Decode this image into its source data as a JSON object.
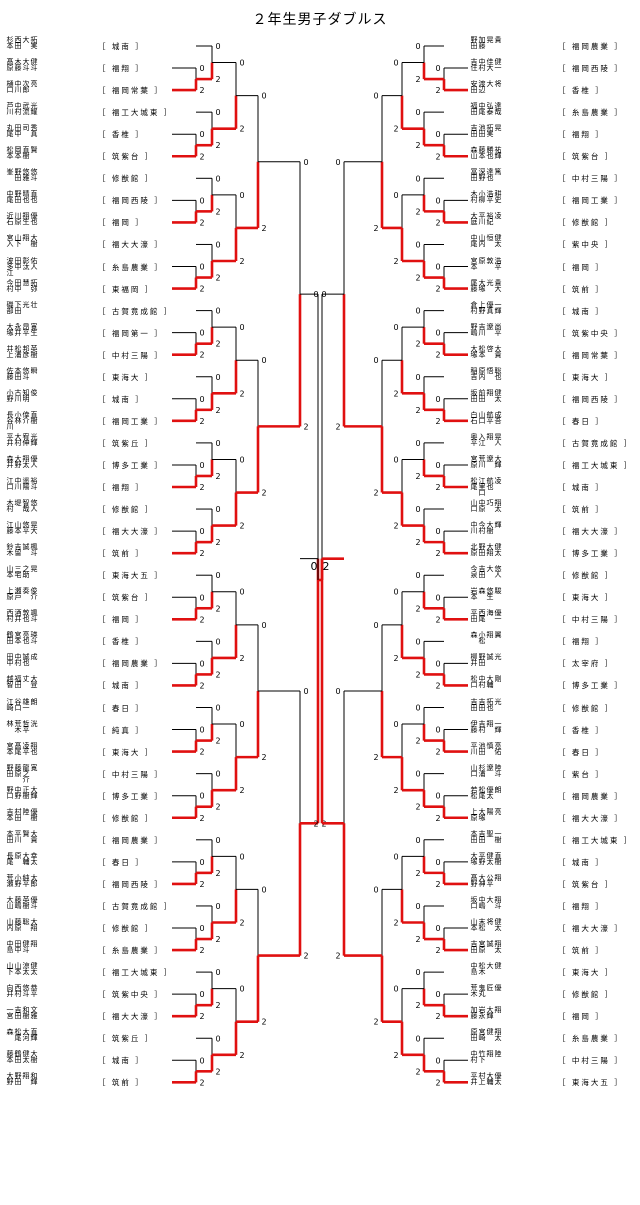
{
  "title": "２年生男子ダブルス",
  "final": {
    "left_score": "0",
    "right_score": "2"
  },
  "left_entries": [
    {
      "p1": "杉本 西田",
      "p2": "大 拓実",
      "school": "城南"
    },
    {
      "p1": "髙原 木藤",
      "p2": "大斗 健斗",
      "school": "福翔"
    },
    {
      "p1": "樋口 中川",
      "p2": "次郎 亮",
      "school": "福岡常葉"
    },
    {
      "p1": "芦川 中村",
      "p2": "武流 光耀",
      "school": "福工大城東"
    },
    {
      "p1": "丸尾 田中",
      "p2": "司 秀真",
      "school": "香椎"
    },
    {
      "p1": "松本 岡本",
      "p2": "直樹 賢",
      "school": "筑紫台"
    },
    {
      "p1": "峯 野田",
      "p2": "悠雅 悠斗",
      "school": "修猷館"
    },
    {
      "p1": "中尾 野田",
      "p2": "晴也 直也",
      "school": "福岡西陵"
    },
    {
      "p1": "近石 川原",
      "p2": "翔生 優也",
      "school": "福岡"
    },
    {
      "p1": "宮入 山下",
      "p2": "翔 大樹",
      "school": "福大大濠"
    },
    {
      "p1": "波多江 田中",
      "p2": "彰汰 佑人",
      "school": "糸島農業"
    },
    {
      "p1": "今村 田中",
      "p2": "慧 拓弥",
      "school": "東福岡"
    },
    {
      "p1": "磯部 下田",
      "p2": "光 壮",
      "school": "古賀竟成館"
    },
    {
      "p1": "大塚 永井",
      "p2": "昂平 寛生",
      "school": "福岡第一"
    },
    {
      "p1": "井上 松浦",
      "p2": "邦彦 英樹",
      "school": "中村三陽"
    },
    {
      "p1": "佐藤 本田",
      "p2": "悠斗 瞬",
      "school": "東海大"
    },
    {
      "p1": "小野 古川",
      "p2": "知明 俊",
      "school": "城南"
    },
    {
      "p1": "長谷川 小林",
      "p2": "倖介 直樹",
      "school": "福岡工業"
    },
    {
      "p1": "平井 大村",
      "p2": "宥伸 光輝",
      "school": "筑紫丘"
    },
    {
      "p1": "森井 大野",
      "p2": "翔太 優人",
      "school": "博多工業"
    },
    {
      "p1": "江口 中川",
      "p2": "遥陽 裕斗",
      "school": "福翔"
    },
    {
      "p1": "木村 堤",
      "p2": "智哉 悠人",
      "school": "修猷館"
    },
    {
      "p1": "江藤 山本",
      "p2": "悠平 晃大",
      "school": "福大大濠"
    },
    {
      "p1": "鈴木 吉留",
      "p2": "誠 楓斗",
      "school": "筑前"
    },
    {
      "p1": "山本 三宅",
      "p2": "之助 晃",
      "school": "東海大五"
    },
    {
      "p1": "上原 瀬戸",
      "p2": "奏 俊介",
      "school": "筑紫台"
    },
    {
      "p1": "西村 酒井",
      "p2": "敦也 颯斗",
      "school": "福岡"
    },
    {
      "p1": "鶴田 宮本",
      "p2": "亮也 瑛斗",
      "school": "香椎"
    },
    {
      "p1": "田中 中村",
      "p2": "誠也 成",
      "school": "福岡農業"
    },
    {
      "p1": "越智 福田",
      "p2": "丈 大登",
      "school": "城南"
    },
    {
      "p1": "江崎 谷口",
      "p2": "雄一 朗",
      "school": "春日"
    },
    {
      "p1": "林 荒木",
      "p2": "哲平 洸",
      "school": "純真"
    },
    {
      "p1": "宮本 髙尾",
      "p2": "凌平 翔也",
      "school": "東海大"
    },
    {
      "p1": "野田 藤原",
      "p2": "龍之介 寛",
      "school": "中村三陽"
    },
    {
      "p1": "野口 中野",
      "p2": "正樹 大輝",
      "school": "博多工業"
    },
    {
      "p1": "吉本 村田",
      "p2": "陸 優樹",
      "school": "修猷館"
    },
    {
      "p1": "本田 平川",
      "p2": "賢 大貴",
      "school": "福岡農業"
    },
    {
      "p1": "長尾 原",
      "p2": "大輔 幸太",
      "school": "春日"
    },
    {
      "p1": "荒瀬 小野",
      "p2": "純平 太郎",
      "school": "福岡西陵"
    },
    {
      "p1": "大山 藤嶋",
      "p2": "英樹 優斗",
      "school": "古賀竟成館"
    },
    {
      "p1": "山内 藤原",
      "p2": "聡 大翔",
      "school": "修猷館"
    },
    {
      "p1": "中島 田中",
      "p2": "健斗 翔",
      "school": "糸島農業"
    },
    {
      "p1": "山下 山本",
      "p2": "涼太 健太",
      "school": "福工大城東"
    },
    {
      "p1": "向井 西村",
      "p2": "悠斗 恭平",
      "school": "筑紫中央"
    },
    {
      "p1": "一宮 吉田",
      "p2": "和樹 文雅",
      "school": "福大大濠"
    },
    {
      "p1": "森 松尾",
      "p2": "大河 直輝",
      "school": "筑紫丘"
    },
    {
      "p1": "藤本 鶴田",
      "p2": "健太 大樹",
      "school": "城南"
    },
    {
      "p1": "大野 野田",
      "p2": "翔 和輝",
      "school": "筑前"
    }
  ],
  "right_entries": [
    {
      "p1": "野田 加藤",
      "p2": "晃 貴",
      "school": "福岡農業"
    },
    {
      "p1": "吉住 中村",
      "p2": "佳大 健一",
      "school": "福岡西陵"
    },
    {
      "p1": "安田 渡辺",
      "p2": "大 将",
      "school": "香椎"
    },
    {
      "p1": "福田 中尾",
      "p2": "弘泰 達哉",
      "school": "糸島農業"
    },
    {
      "p1": "吉田 池田",
      "p2": "拓実 晃",
      "school": "福翔"
    },
    {
      "p1": "森山 藤本",
      "p2": "勝也 祐輝",
      "school": "筑紫台"
    },
    {
      "p1": "冨田 深野",
      "p2": "達也 篤",
      "school": "中村三陽"
    },
    {
      "p1": "木村 小柳",
      "p2": "浩平 耕史",
      "school": "福岡工業"
    },
    {
      "p1": "大庭 平川",
      "p2": "裕紀 凌",
      "school": "修猷館"
    },
    {
      "p1": "中尾 山内",
      "p2": "恒 健太",
      "school": "紫中央"
    },
    {
      "p1": "宮本 原",
      "p2": "敦 浩平",
      "school": "福岡"
    },
    {
      "p1": "尾藤 大塚",
      "p2": "光 貴大",
      "school": "筑前"
    },
    {
      "p1": "倉村 上野",
      "p2": "優真 一輝",
      "school": "城南"
    },
    {
      "p1": "野嶋 吉川",
      "p2": "遼 尚平",
      "school": "筑紫中央"
    },
    {
      "p1": "大塚 松本",
      "p2": "啓 大貴",
      "school": "福岡常葉"
    },
    {
      "p1": "稲吉 原内",
      "p2": "悟 聡也",
      "school": "東海大"
    },
    {
      "p1": "坂田 前田",
      "p2": "翔 健太",
      "school": "福岡西陵"
    },
    {
      "p1": "白石 山口",
      "p2": "航平 成吾",
      "school": "春日"
    },
    {
      "p1": "奥平 入江",
      "p2": "翔 晃人",
      "school": "古賀竟成館"
    },
    {
      "p1": "宮原 荒川",
      "p2": "遼 大輝",
      "school": "福工大城東"
    },
    {
      "p1": "松尾 江里口",
      "p2": "航也 凌",
      "school": "城南"
    },
    {
      "p1": "山口 中原",
      "p2": "巧 翔太",
      "school": "筑前"
    },
    {
      "p1": "中川 今村",
      "p2": "大樹 輝",
      "school": "福大大濠"
    },
    {
      "p1": "北原 野田",
      "p2": "大翔 健太",
      "school": "博多工業"
    },
    {
      "p1": "今泉 吉田",
      "p2": "大 悠人",
      "school": "修猷館"
    },
    {
      "p1": "岩本 森",
      "p2": "悠生 駿",
      "school": "東海大"
    },
    {
      "p1": "平田 西尾",
      "p2": "海 優一",
      "school": "中村三陽"
    },
    {
      "p1": "森 小松",
      "p2": "翔 翼",
      "school": "福翔"
    },
    {
      "p1": "柳井 野田",
      "p2": "誠 光",
      "school": "太宰府"
    },
    {
      "p1": "松口 中村",
      "p2": "大輔 剛",
      "school": "博多工業"
    },
    {
      "p1": "吉田 吉田",
      "p2": "拓也 光",
      "school": "修猷館"
    },
    {
      "p1": "伊藤 吉村",
      "p2": "翔 一輝",
      "school": "香椎"
    },
    {
      "p1": "平川 池田",
      "p2": "慎 亮佑",
      "school": "春日"
    },
    {
      "p1": "山口 杉浦",
      "p2": "遼 陸斗",
      "school": "紫台"
    },
    {
      "p1": "若松 松尾",
      "p2": "優太 朗",
      "school": "福岡農業"
    },
    {
      "p1": "上原 大塚",
      "p2": "陽 亮",
      "school": "福大大濠"
    },
    {
      "p1": "本田 吉田",
      "p2": "聖 一樹",
      "school": "福工大城東"
    },
    {
      "p1": "大塚 平野",
      "p2": "健太 直樹",
      "school": "城南"
    },
    {
      "p1": "髙野 大神",
      "p2": "公平 翔",
      "school": "筑紫台"
    },
    {
      "p1": "坂口 中嶋",
      "p2": "大 翔斗",
      "school": "福翔"
    },
    {
      "p1": "山本 末松",
      "p2": "将 健太",
      "school": "福大大濠"
    },
    {
      "p1": "吉田 宮原",
      "p2": "誠 翔太",
      "school": "筑前"
    },
    {
      "p1": "中島 松木",
      "p2": "大 健",
      "school": "東海大"
    },
    {
      "p1": "荒木 鬼丸",
      "p2": "匠 優",
      "school": "修猷館"
    },
    {
      "p1": "加藤 岩永",
      "p2": "大輝 翔",
      "school": "福岡"
    },
    {
      "p1": "原田 宮崎",
      "p2": "健 翔太",
      "school": "糸島農業"
    },
    {
      "p1": "中村 竹下",
      "p2": "翔 陸",
      "school": "中村三陽"
    },
    {
      "p1": "平井 村上",
      "p2": "大輔 優太",
      "school": "東海大五"
    }
  ]
}
